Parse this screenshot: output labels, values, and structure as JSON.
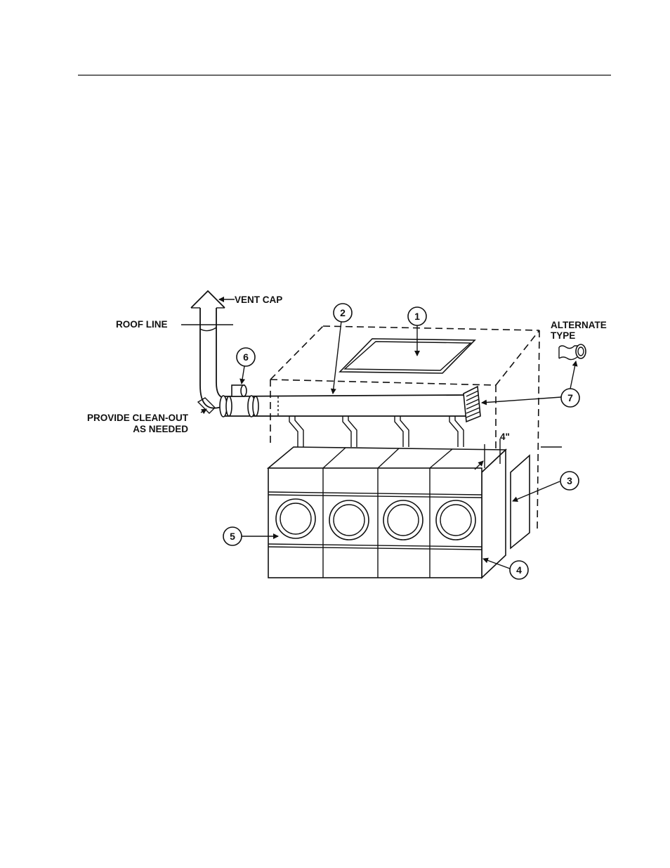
{
  "labels": {
    "vent_cap": "VENT CAP",
    "roof_line": "ROOF LINE",
    "clean_out_1": "PROVIDE CLEAN-OUT",
    "clean_out_2": "AS NEEDED",
    "alternate_1": "ALTERNATE",
    "alternate_2": "TYPE",
    "clearance": "4\""
  },
  "callouts": [
    "1",
    "2",
    "3",
    "4",
    "5",
    "6",
    "7"
  ]
}
